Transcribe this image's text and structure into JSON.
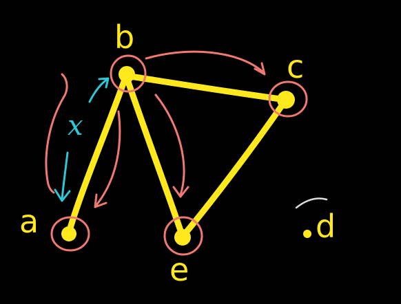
{
  "diagram": {
    "nodes": [
      {
        "id": "a",
        "label": "a",
        "circled": true
      },
      {
        "id": "b",
        "label": "b",
        "circled": true
      },
      {
        "id": "c",
        "label": "c",
        "circled": true
      },
      {
        "id": "d",
        "label": "d",
        "circled": false
      },
      {
        "id": "e",
        "label": "e",
        "circled": true
      }
    ],
    "edges": [
      {
        "from": "a",
        "to": "b"
      },
      {
        "from": "b",
        "to": "c"
      },
      {
        "from": "b",
        "to": "e"
      },
      {
        "from": "c",
        "to": "e"
      }
    ],
    "traversal_arrows": [
      "b→c",
      "b→a",
      "b→e",
      "a↺b"
    ],
    "edge_annotation": "x",
    "colors": {
      "background": "#000000",
      "nodes_edges": "#ffe81c",
      "highlight": "#f07a72",
      "annotation": "#2cc8d8",
      "mark": "#dddddd"
    }
  }
}
